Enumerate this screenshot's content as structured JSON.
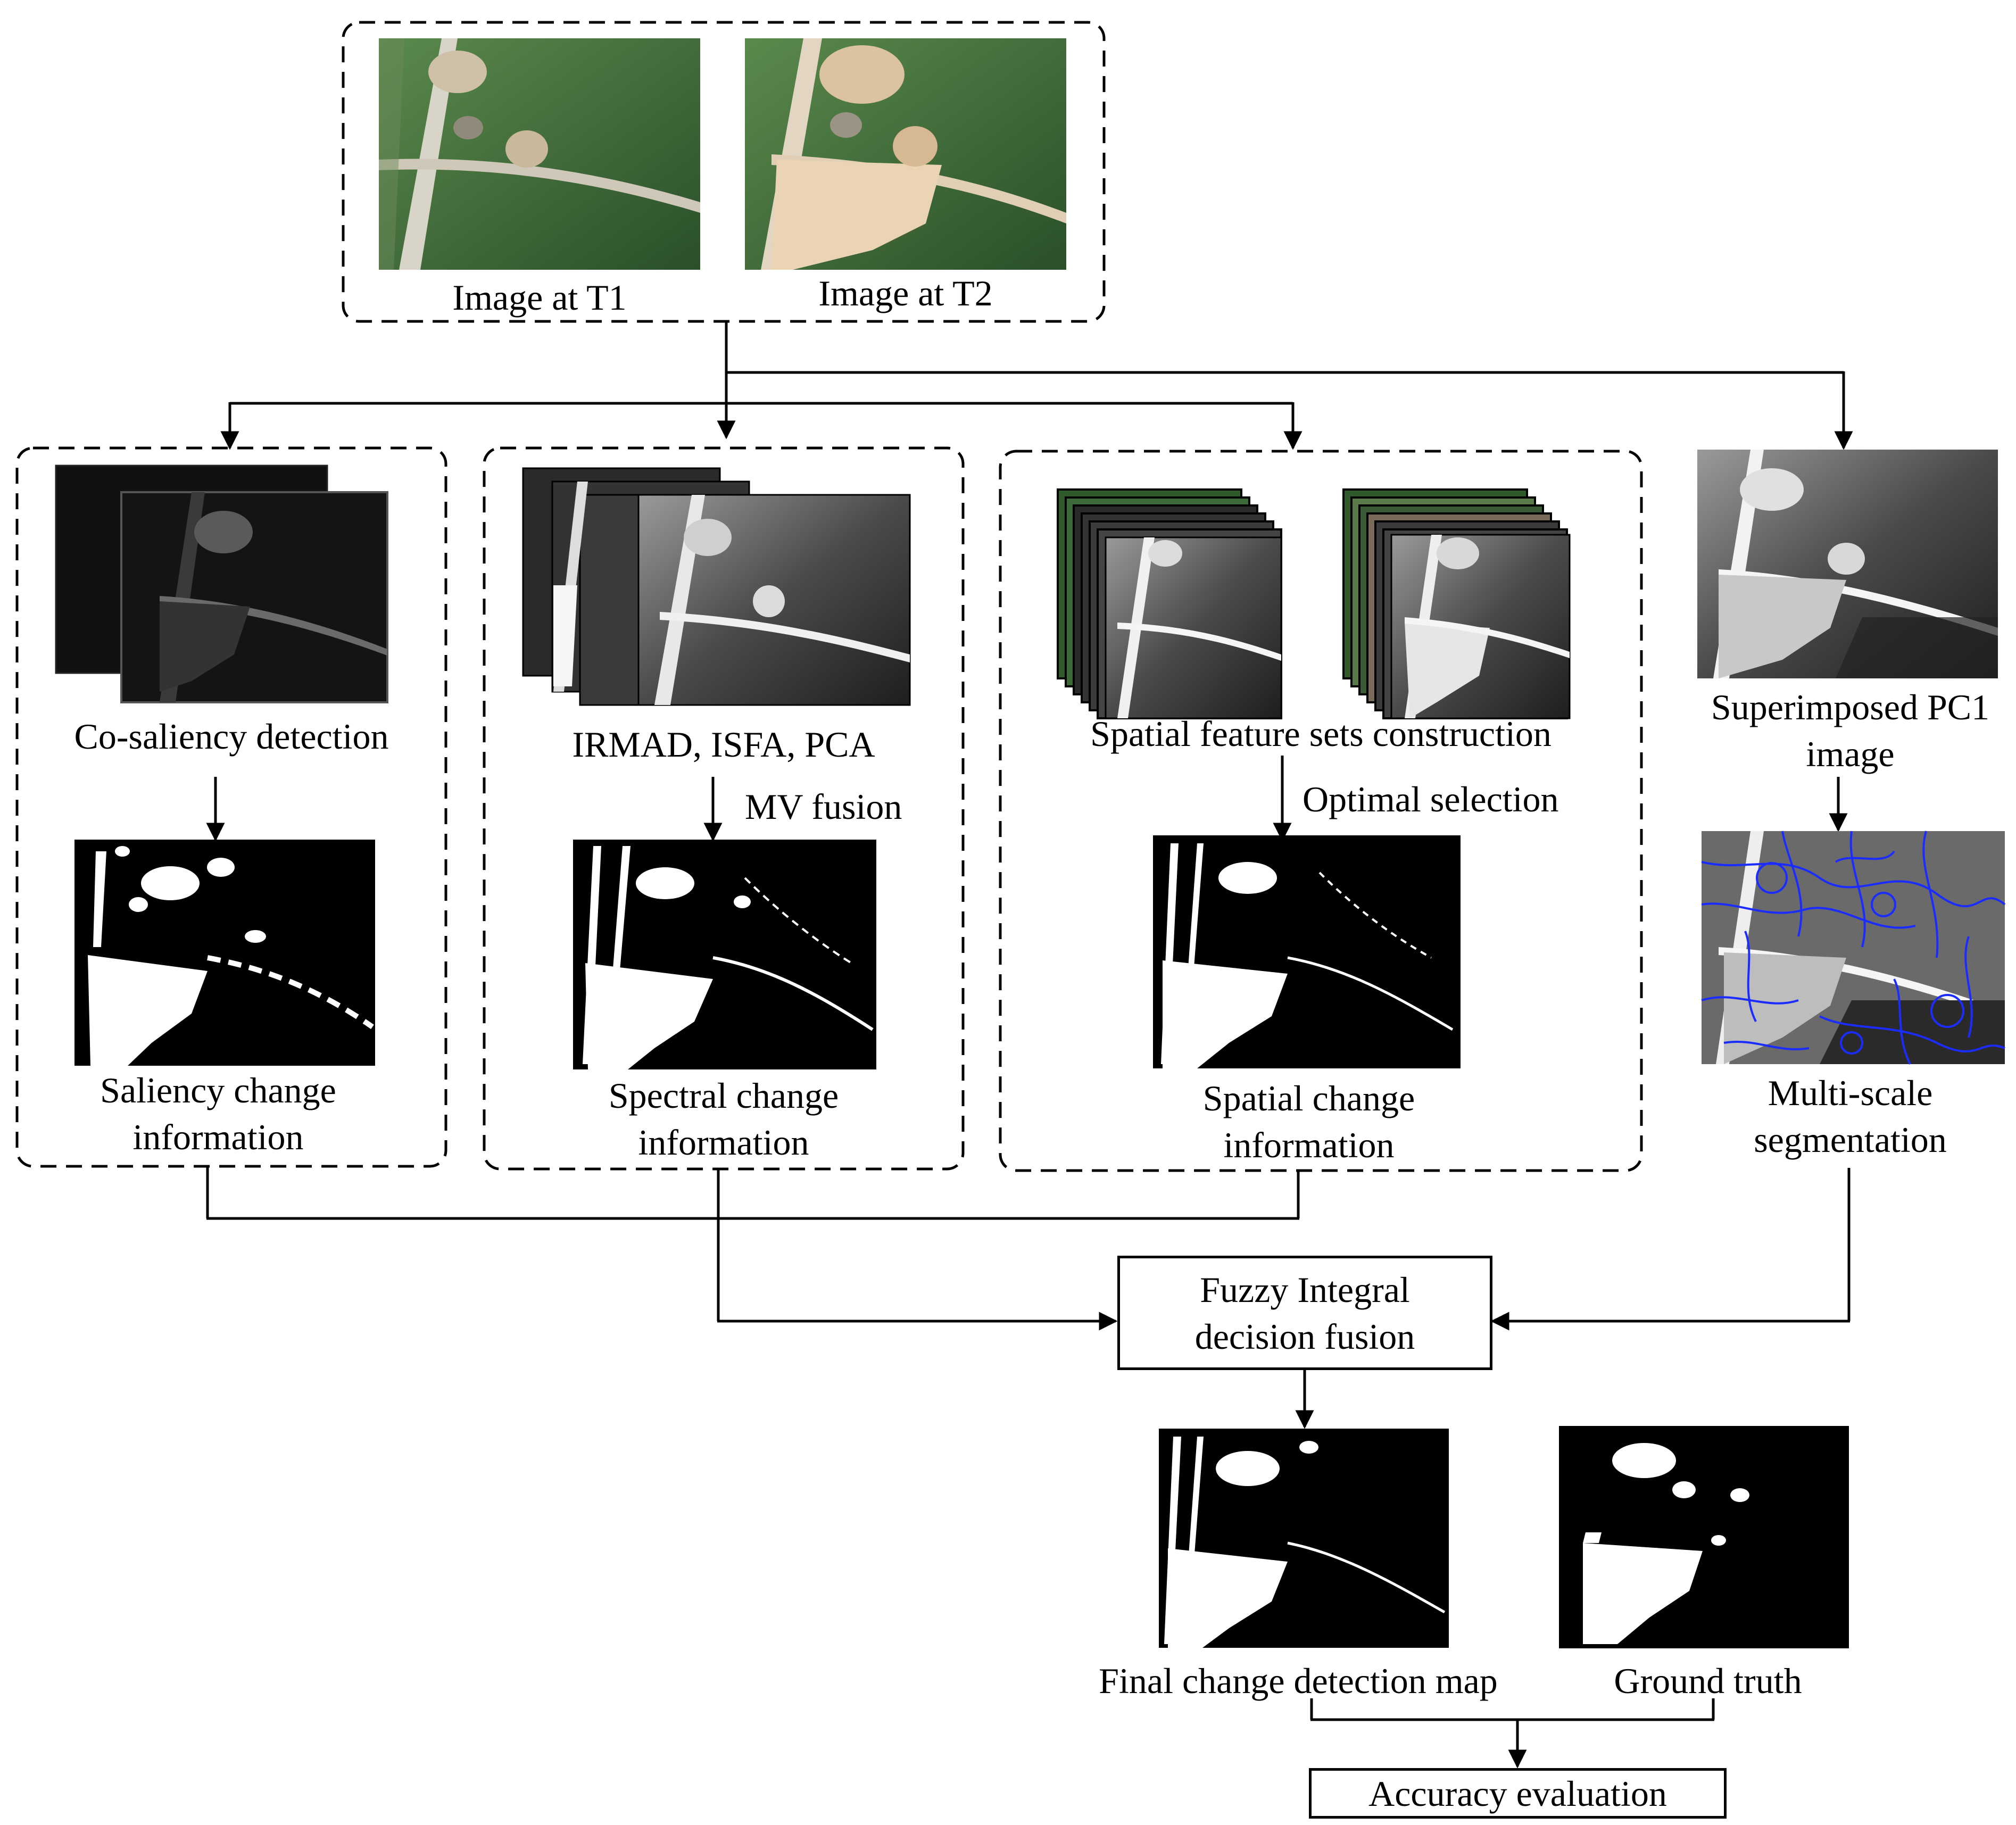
{
  "inputs": {
    "t1_label": "Image at T1",
    "t2_label": "Image at T2"
  },
  "saliency": {
    "method_label": "Co-saliency detection",
    "output_label": "Saliency change information"
  },
  "spectral": {
    "method_label": "IRMAD, ISFA, PCA",
    "fusion_label": "MV fusion",
    "output_label": "Spectral change information"
  },
  "spatial": {
    "method_label": "Spatial feature sets construction",
    "selection_label": "Optimal selection",
    "output_label": "Spatial change information"
  },
  "segmentation": {
    "input_label": "Superimposed PC1 image",
    "output_label": "Multi-scale segmentation"
  },
  "fusion": {
    "label": "Fuzzy Integral decision fusion"
  },
  "results": {
    "final_label": "Final change detection map",
    "truth_label": "Ground truth",
    "evaluation_label": "Accuracy evaluation"
  },
  "colors": {
    "vegetation": "#3d6b35",
    "bare_soil": "#d8b48a",
    "segment_lines": "#1a2cff",
    "background_dark": "#0a0a0a"
  }
}
